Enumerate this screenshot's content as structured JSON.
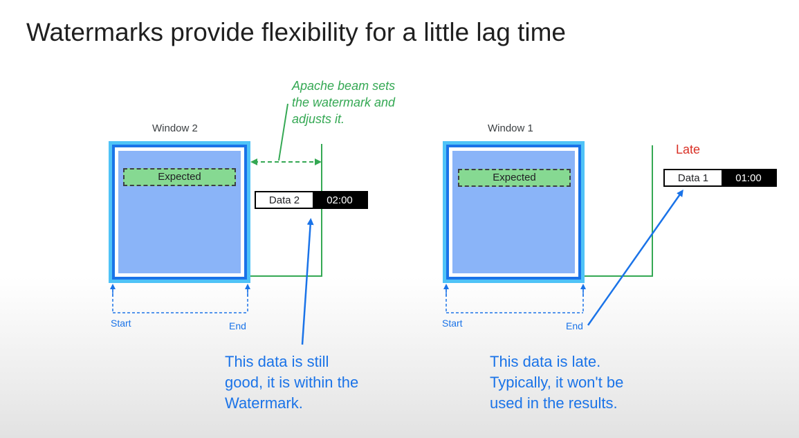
{
  "slide": {
    "title": "Watermarks provide flexibility for a little lag time"
  },
  "left_panel": {
    "window_label": "Window 2",
    "expected_label": "Expected",
    "data_name": "Data 2",
    "data_time": "02:00",
    "start_label": "Start",
    "end_label": "End",
    "watermark_note": [
      "Apache beam sets",
      "the watermark and",
      "adjusts it."
    ],
    "bottom_note": [
      "This data is still",
      "good, it is within the",
      "Watermark."
    ]
  },
  "right_panel": {
    "window_label": "Window 1",
    "late_label": "Late",
    "expected_label": "Expected",
    "data_name": "Data 1",
    "data_time": "01:00",
    "start_label": "Start",
    "end_label": "End",
    "bottom_note": [
      "This data is late.",
      "Typically, it won't be",
      "used in the results."
    ]
  },
  "colors": {
    "window_outer": "#4fc3f7",
    "window_inner": "#1a73e8",
    "window_fill": "#8ab4f8",
    "watermark_line": "#34a853",
    "arrow": "#1a73e8",
    "late_text": "#d93025"
  }
}
